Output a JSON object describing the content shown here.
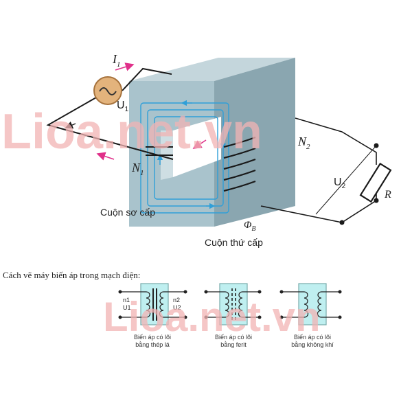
{
  "watermark": "Lioa.net.vn",
  "diagram": {
    "current_label": "I",
    "current_sub": "1",
    "u1_label": "U",
    "u1_sub": "1",
    "n1_label": "N",
    "n1_sub": "1",
    "n2_label": "N",
    "n2_sub": "2",
    "u2_label": "U",
    "u2_sub": "2",
    "resistor_label": "R",
    "flux_label": "Φ",
    "flux_sub": "B",
    "primary_coil_label": "Cuộn sơ cấp",
    "secondary_coil_label": "Cuộn thứ cấp"
  },
  "caption": "Cách vẽ máy biến áp trong mạch điện:",
  "symbols": [
    {
      "line1": "Biến áp có lõi",
      "line2": "bằng thép lá",
      "left_top": "n1",
      "left_bottom": "U1",
      "right_top": "n2",
      "right_bottom": "U2"
    },
    {
      "line1": "Biến áp có lõi",
      "line2": "bằng ferit"
    },
    {
      "line1": "Biến áp có lõi",
      "line2": "bằng không khí"
    }
  ],
  "colors": {
    "core_front": "#a9c3cc",
    "core_side": "#8aa6b0",
    "core_top": "#c4d6dc",
    "flux": "#2f9fd8",
    "arrow": "#e0308a",
    "wire": "#1a1a1a",
    "watermark": "#f2b4b4",
    "symbol_fill": "#bfeff0"
  }
}
